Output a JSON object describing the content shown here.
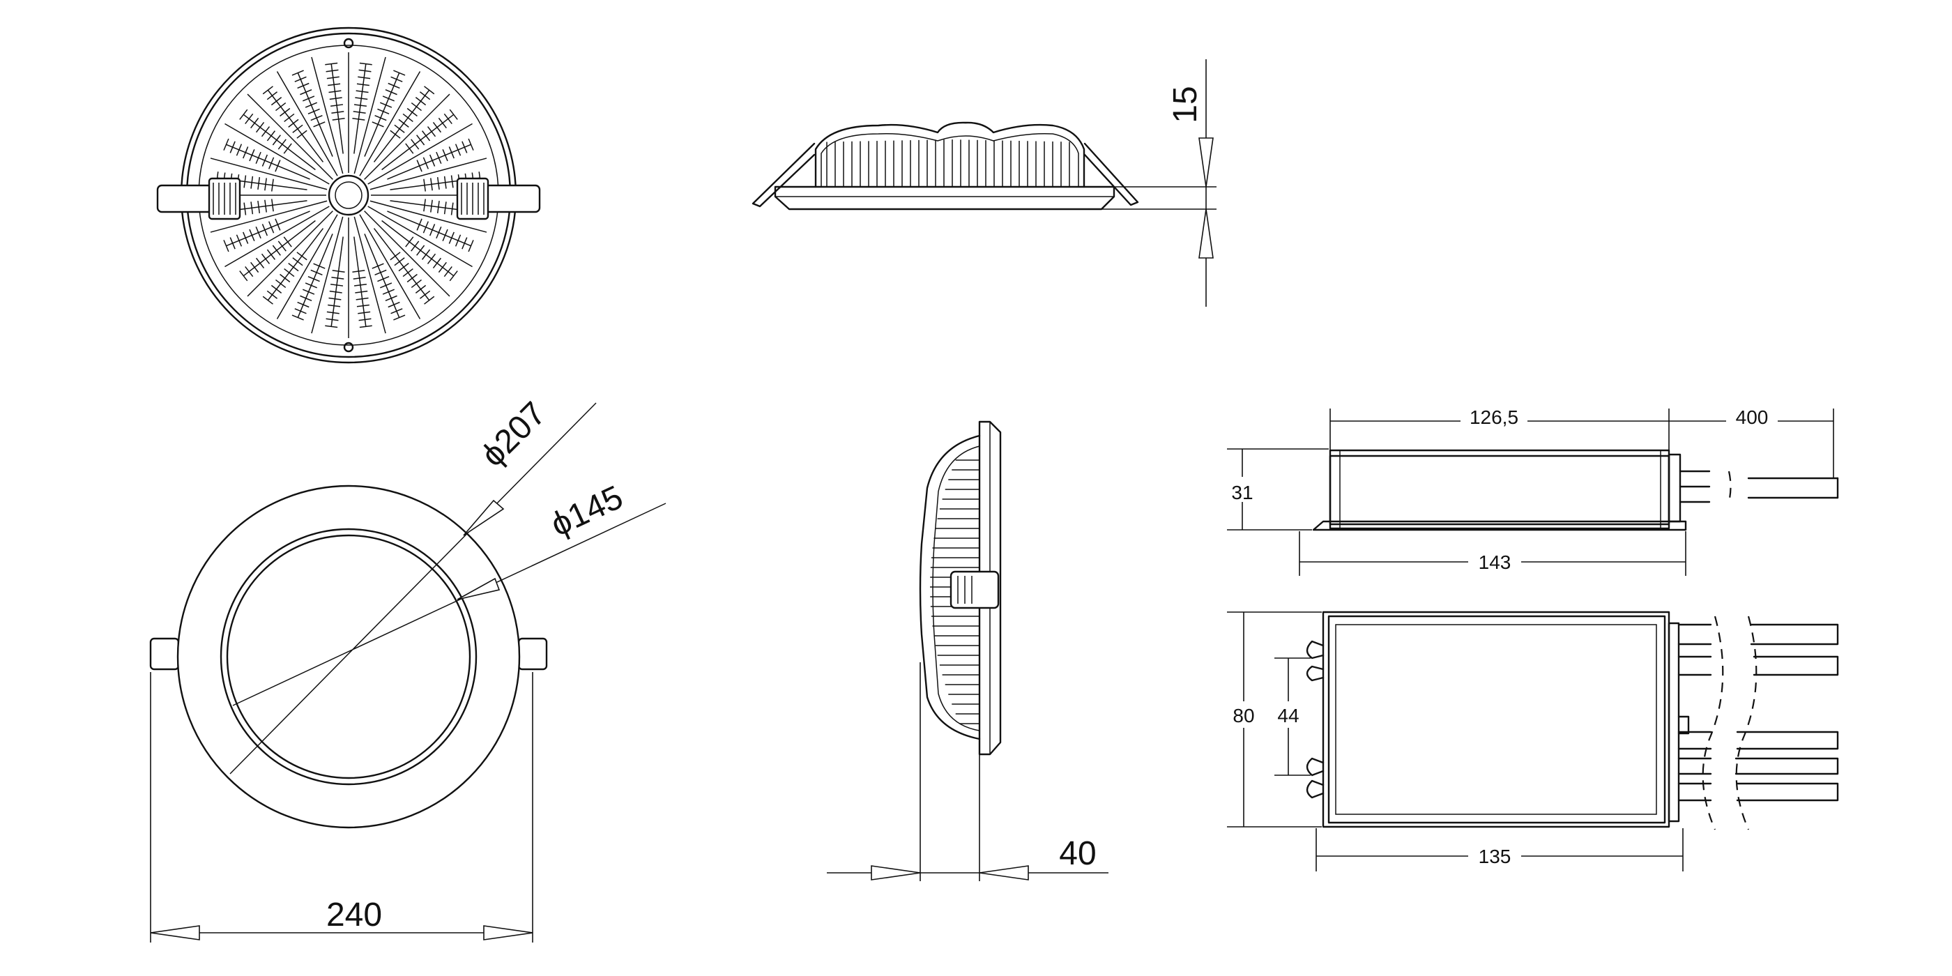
{
  "dimensions": {
    "front_diameter": "240",
    "outer_diameter": "207",
    "cutout_diameter": "145",
    "depth": "40",
    "flange_thickness": "15",
    "driver_length_body": "126,5",
    "driver_length_total": "143",
    "driver_length_top": "135",
    "driver_height": "31",
    "driver_width": "80",
    "driver_mount_spacing": "44",
    "cable_length": "400"
  },
  "symbols": {
    "diameter": "ϕ"
  }
}
